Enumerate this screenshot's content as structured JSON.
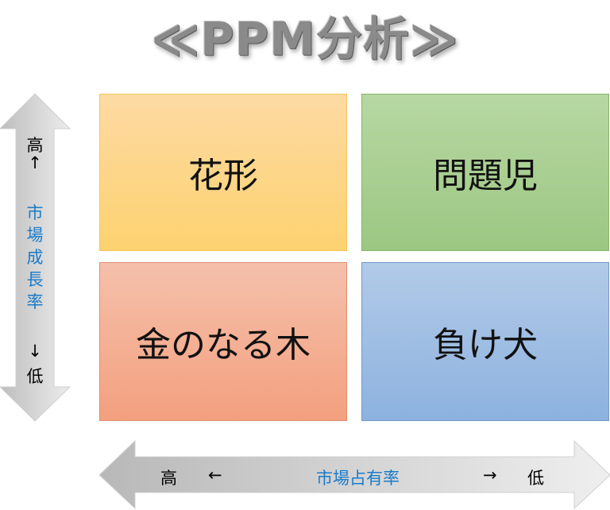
{
  "title": "≪PPM分析≫",
  "quadrants": {
    "top_left": "花形",
    "top_right": "問題児",
    "bottom_left": "金のなる木",
    "bottom_right": "負け犬"
  },
  "y_axis": {
    "high": "高",
    "up_arrow": "↑",
    "label": [
      "市",
      "場",
      "成",
      "長",
      "率"
    ],
    "down_arrow": "↓",
    "low": "低"
  },
  "x_axis": {
    "high": "高",
    "left_arrow": "←",
    "label": "市場占有率",
    "right_arrow": "→",
    "low": "低"
  },
  "colors": {
    "axis_label": "#1a7bc9",
    "star": "#fdd270",
    "question": "#9cc782",
    "cow": "#f3a07f",
    "dog": "#8db2df"
  }
}
